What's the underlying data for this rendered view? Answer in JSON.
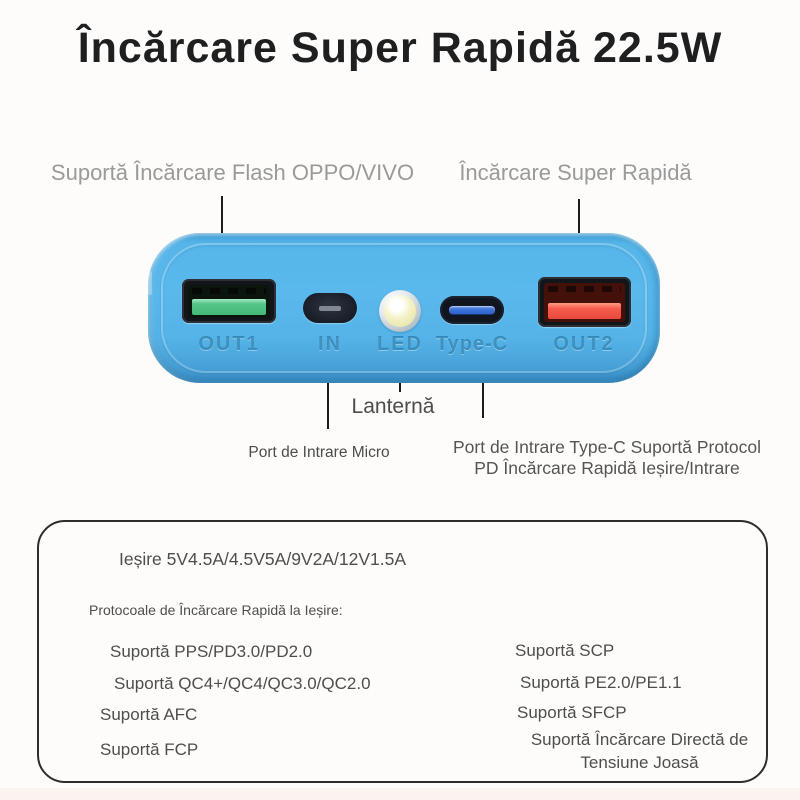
{
  "title": "Încărcare Super Rapidă 22.5W",
  "callouts": {
    "left": "Suportă Încărcare Flash OPPO/VIVO",
    "right": "Încărcare Super Rapidă",
    "flashlight": "Lanternă",
    "micro": "Port de Intrare Micro",
    "typec_line1": "Port de Intrare Type-C Suportă Protocol",
    "typec_line2": "PD Încărcare Rapidă Ieșire/Intrare"
  },
  "device": {
    "body_color": "#52b1e5",
    "ports": [
      {
        "id": "out1",
        "label": "OUT1",
        "type": "usb-a",
        "color": "#4ec084"
      },
      {
        "id": "in",
        "label": "IN",
        "type": "micro-usb",
        "color": "#1a1f29"
      },
      {
        "id": "led",
        "label": "LED",
        "type": "flashlight",
        "color": "#efedbb"
      },
      {
        "id": "typec",
        "label": "Type-C",
        "type": "usb-c",
        "color": "#2f6cd3"
      },
      {
        "id": "out2",
        "label": "OUT2",
        "type": "usb-a",
        "color": "#f2564a"
      }
    ]
  },
  "specs": {
    "output": "Ieșire 5V4.5A/4.5V5A/9V2A/12V1.5A",
    "protocols_heading": "Protocoale de Încărcare Rapidă la Ieșire:",
    "left_column": [
      "Suportă PPS/PD3.0/PD2.0",
      "Suportă QC4+/QC4/QC3.0/QC2.0",
      "Suportă AFC",
      "Suportă FCP"
    ],
    "right_column": [
      "Suportă SCP",
      "Suportă PE2.0/PE1.1",
      "Suportă SFCP",
      "Suportă Încărcare Directă de Tensiune Joasă"
    ]
  }
}
